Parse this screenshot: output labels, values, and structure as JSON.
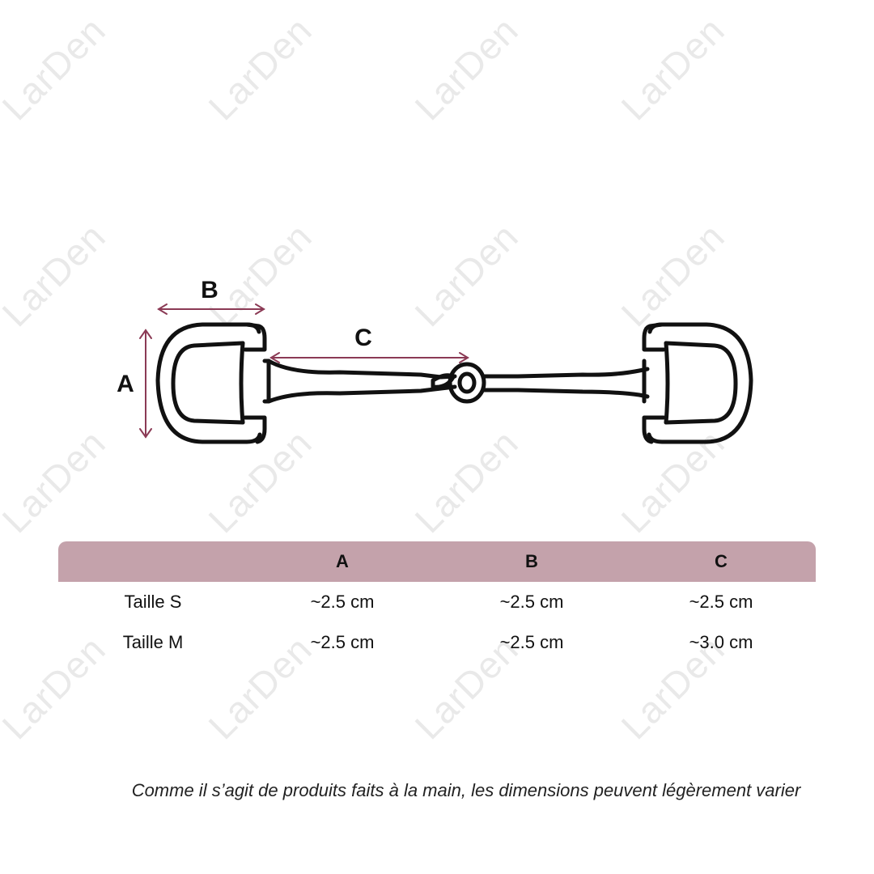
{
  "watermark": "LarDen",
  "dimension_labels": {
    "a": "A",
    "b": "B",
    "c": "C"
  },
  "table": {
    "headers": [
      "",
      "A",
      "B",
      "C"
    ],
    "rows": [
      [
        "Taille S",
        "~2.5 cm",
        "~2.5 cm",
        "~2.5 cm"
      ],
      [
        "Taille M",
        "~2.5 cm",
        "~2.5 cm",
        "~3.0 cm"
      ]
    ]
  },
  "note": "Comme il s’agit de produits faits à la main, les dimensions peuvent légèrement varier",
  "colors": {
    "accent": "#8b3a55",
    "header_bg": "#c4a2ab",
    "outline": "#111111",
    "watermark": "#e9e9e9"
  }
}
